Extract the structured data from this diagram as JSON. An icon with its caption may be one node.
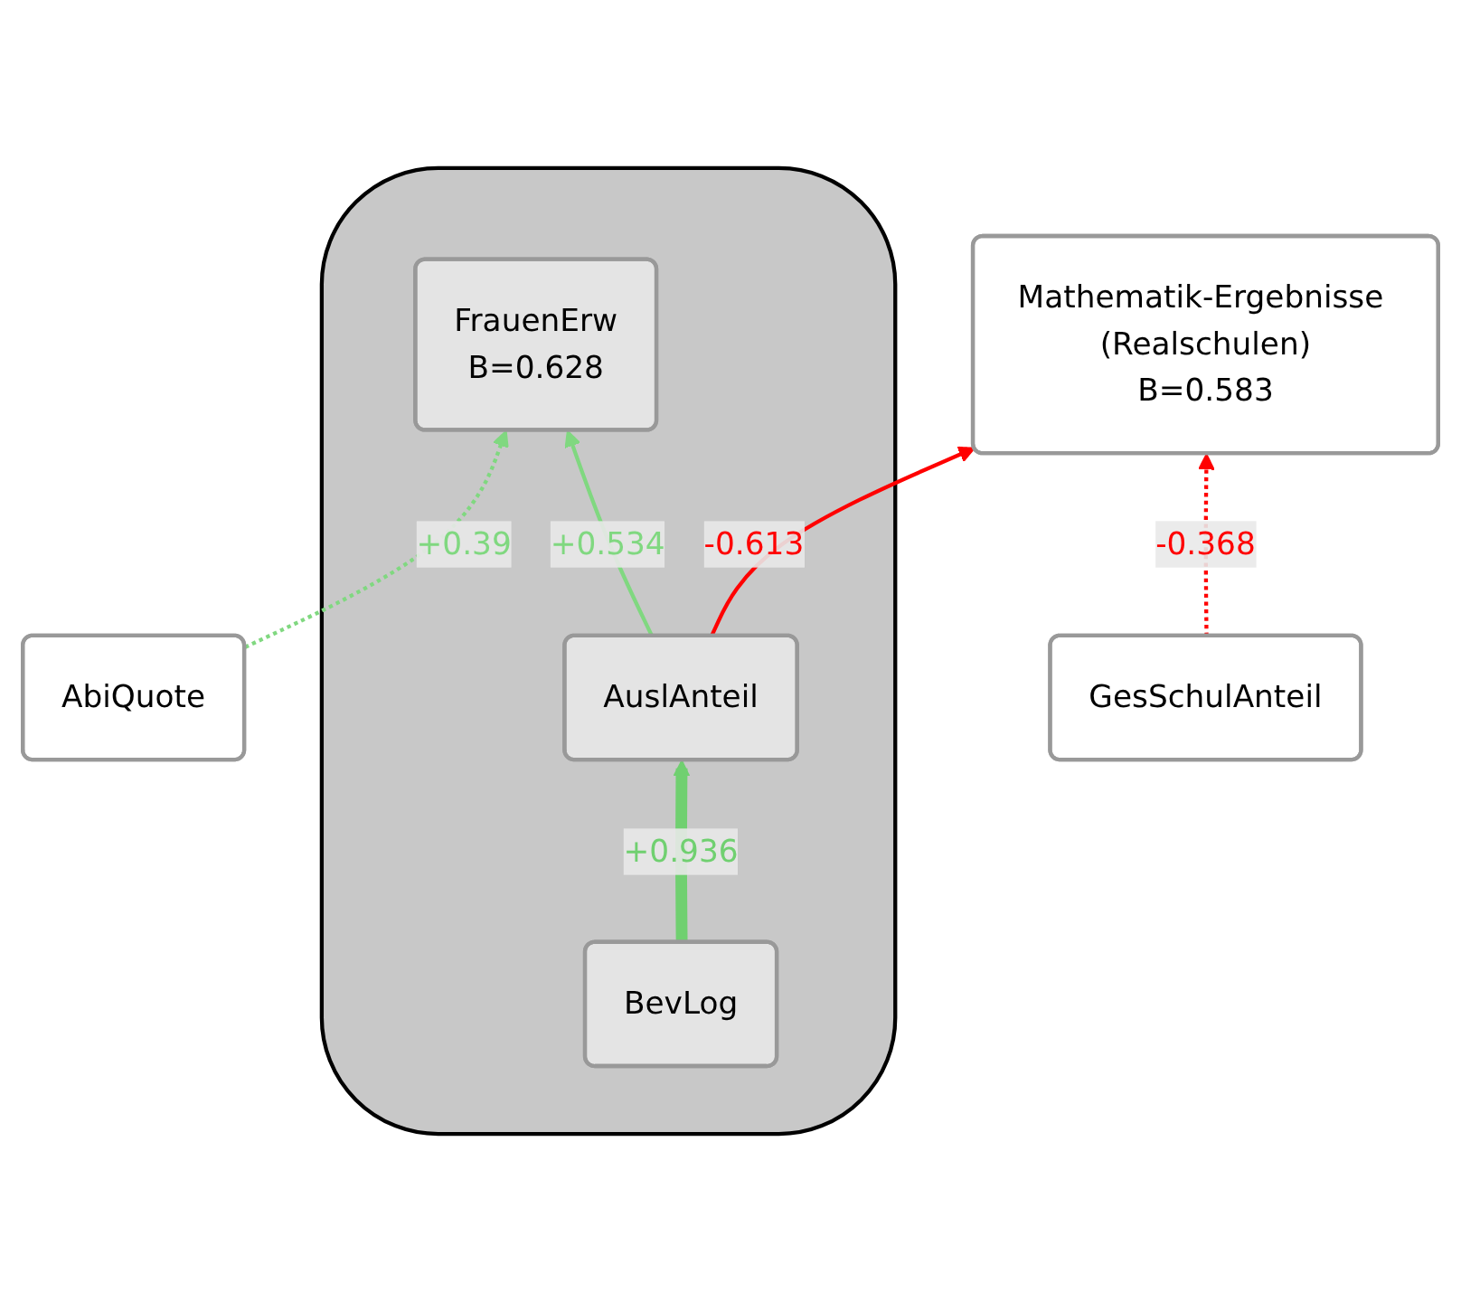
{
  "diagram": {
    "nodes": [
      {
        "text": [
          "Mathematik-Ergebnisse (Realschulen)",
          "B=0.583"
        ]
      },
      {
        "text": [
          "AbiQuote"
        ]
      },
      {
        "text": [],
        "shape": "cloud"
      },
      {
        "text": [
          "FrauenErw",
          "B=0.628"
        ],
        "in": 2
      },
      {
        "text": [
          "AuslAnteil"
        ],
        "in": 2
      },
      {
        "text": [
          "GesSchulAnteil"
        ]
      },
      {
        "text": [
          "BevLog"
        ],
        "in": 2
      }
    ],
    "edges": [
      {
        "from": 4,
        "to": 0,
        "arrow": "to",
        "label": "-0.613",
        "color": "#ff0000"
      },
      {
        "from": 5,
        "to": 0,
        "arrow": "to",
        "label": "-0.368",
        "style": "dashed",
        "color": "#ff0000"
      },
      {
        "from": 1,
        "to": 3,
        "arrow": "to",
        "label": "+0.39",
        "style": "dashed",
        "color": "#80d880"
      },
      {
        "from": 4,
        "to": 3,
        "arrow": "to",
        "label": "+0.534",
        "color": "#80d880"
      },
      {
        "from": 6,
        "to": 4,
        "arrow": "to",
        "label": "+0.936",
        "style": "thick",
        "color": "#70d070"
      }
    ]
  }
}
